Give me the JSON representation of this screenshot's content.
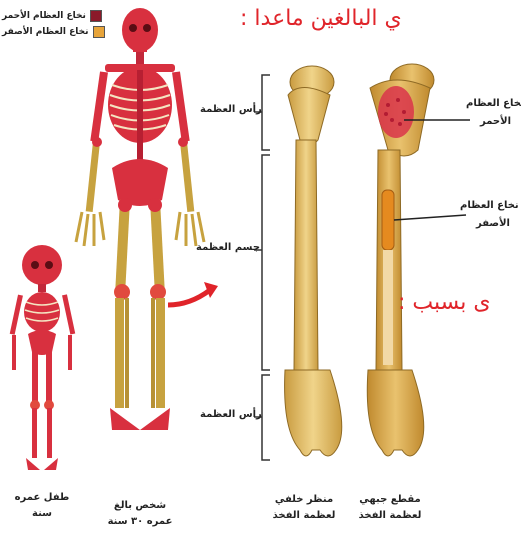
{
  "headline": "ي البالغين ماعدا :",
  "subline": "ى بسبب :",
  "legend": {
    "red_label": "نخاع العظام الأحمر",
    "yellow_label": "نخاع العظام الأصفر",
    "red_color": "#8b1a2a",
    "yellow_color": "#e7a43a"
  },
  "bone_labels": {
    "head_top": "رأس العظمة",
    "body": "جسم العظمة",
    "head_bottom": "رأس العظمة"
  },
  "marrow_labels": {
    "red_1": "نخاع العظام",
    "red_2": "الأحمر",
    "yellow_1": "نخاع العظام",
    "yellow_2": "الأصفر"
  },
  "captions": {
    "child_1": "طفل عمره",
    "child_2": "سنة",
    "adult_1": "شخص بالغ",
    "adult_2": "عمره ٣٠ سنة",
    "back_1": "منظر خلفي",
    "back_2": "لعظمة الفخذ",
    "section_1": "مقطع جبهي",
    "section_2": "لعظمة الفخذ"
  },
  "colors": {
    "bone": "#e6c87a",
    "bone_dark": "#c49a3e",
    "red_marrow": "#d9344a",
    "accent_red": "#e0242a"
  }
}
